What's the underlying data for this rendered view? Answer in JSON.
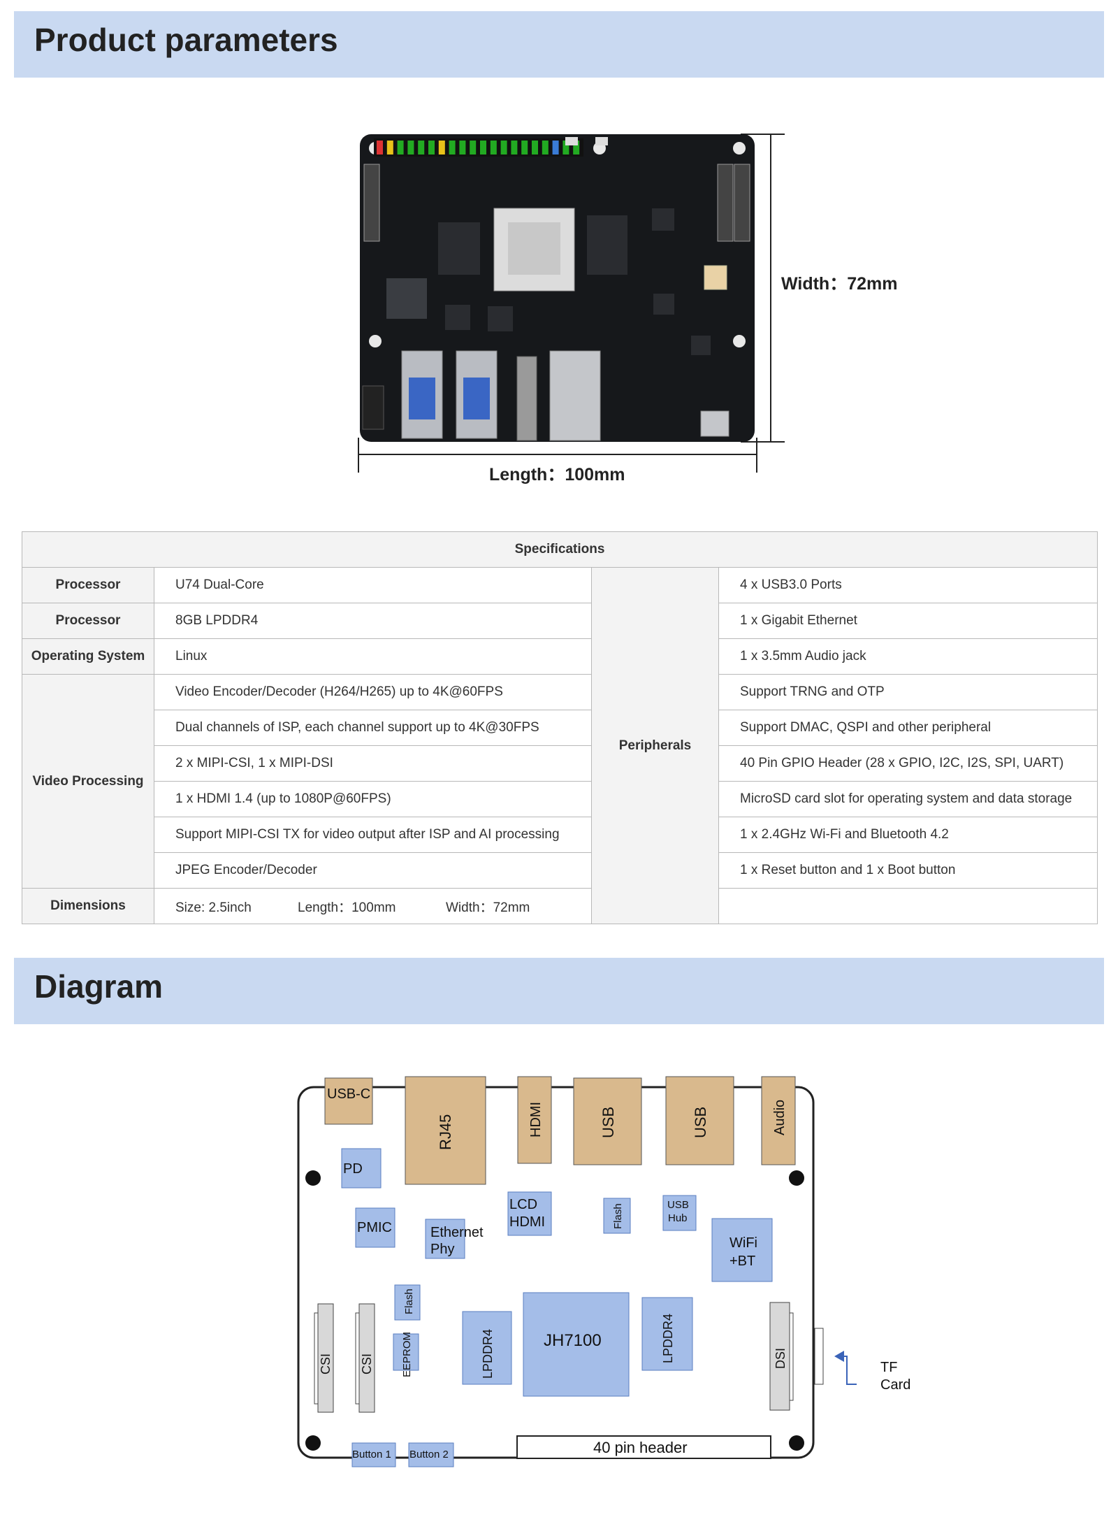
{
  "sections": {
    "product_parameters_title": "Product parameters",
    "diagram_title": "Diagram"
  },
  "photo": {
    "width_label": "Width：72mm",
    "length_label": "Length：100mm"
  },
  "specs": {
    "header": "Specifications",
    "rows": [
      {
        "label": "Processor",
        "value": "U74 Dual-Core"
      },
      {
        "label": "Processor",
        "value": "8GB LPDDR4"
      },
      {
        "label": "Operating System",
        "value": "Linux"
      }
    ],
    "video_label": "Video Processing",
    "video_values": [
      "Video Encoder/Decoder (H264/H265) up to 4K@60FPS",
      "Dual channels of ISP, each channel support up to 4K@30FPS",
      "2 x MIPI-CSI, 1 x MIPI-DSI",
      "1 x HDMI 1.4 (up to 1080P@60FPS)",
      "Support MIPI-CSI TX for video output after ISP and AI processing",
      "JPEG Encoder/Decoder"
    ],
    "dimensions_label": "Dimensions",
    "dimensions": {
      "size": "Size: 2.5inch",
      "length": "Length：100mm",
      "width": "Width：72mm"
    },
    "peripherals_label": "Peripherals",
    "peripherals": [
      "4 x USB3.0 Ports",
      "1 x Gigabit Ethernet",
      "1 x 3.5mm Audio jack",
      "Support TRNG and OTP",
      "Support DMAC, QSPI and other peripheral",
      "40 Pin GPIO Header (28 x GPIO, I2C, I2S, SPI, UART)",
      "MicroSD card slot for operating system and data storage",
      "1 x 2.4GHz Wi-Fi and Bluetooth 4.2",
      "1 x Reset button and 1 x Boot button"
    ]
  },
  "diagram": {
    "usbc": "USB-C",
    "rj45": "RJ45",
    "hdmi": "HDMI",
    "usb1": "USB",
    "usb2": "USB",
    "audio": "Audio",
    "pd": "PD",
    "pmic": "PMIC",
    "eth_line1": "Ethernet",
    "eth_line2": "Phy",
    "lcd_line1": "LCD",
    "lcd_line2": "HDMI",
    "flash_top": "Flash",
    "usbhub_line1": "USB",
    "usbhub_line2": "Hub",
    "wifi_line1": "WiFi",
    "wifi_line2": "+BT",
    "csi1": "CSI",
    "csi2": "CSI",
    "flash_left": "Flash",
    "eeprom": "EEPROM",
    "lpddr_left": "LPDDR4",
    "soc": "JH7100",
    "lpddr_right": "LPDDR4",
    "dsi": "DSI",
    "tf_line1": "TF",
    "tf_line2": "Card",
    "button1": "Button 1",
    "button2": "Button 2",
    "header40": "40 pin header",
    "colors": {
      "connector": "#d9b98d",
      "chip": "#a4bde8",
      "chip_border": "#5a7ec0",
      "arrow": "#3a63b8"
    }
  }
}
